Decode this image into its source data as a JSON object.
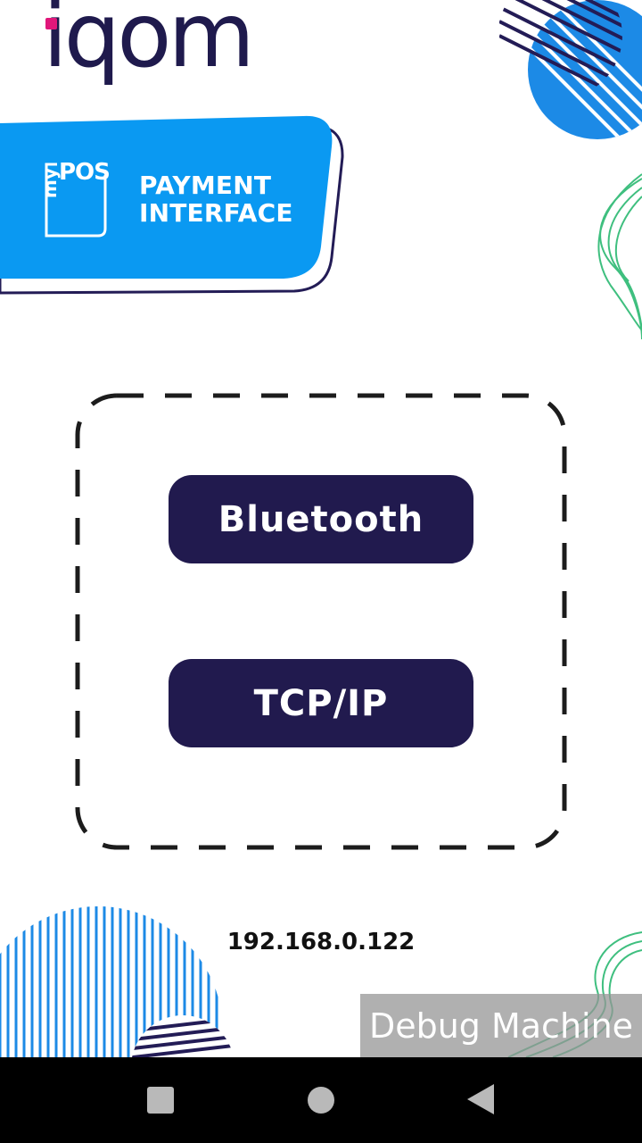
{
  "logo": {
    "text": "iqom"
  },
  "banner": {
    "icon_text_pos": "POS",
    "icon_text_my": "my",
    "line1": "PAYMENT",
    "line2": "INTERFACE",
    "color": "#0a99f2"
  },
  "buttons": {
    "bluetooth": "Bluetooth",
    "tcpip": "TCP/IP",
    "color": "#211a4e"
  },
  "ip_address": "192.168.0.122",
  "debug_label": "Debug Machine",
  "navbar": {
    "icons": [
      "recent-apps-icon",
      "home-icon",
      "back-icon"
    ]
  }
}
